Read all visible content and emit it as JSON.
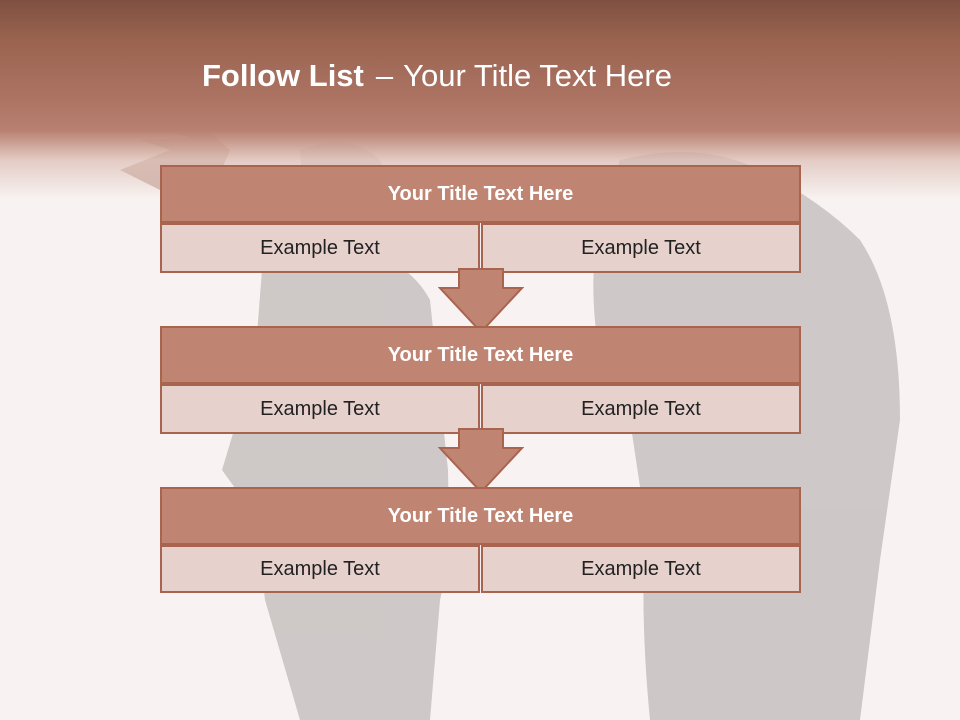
{
  "title": {
    "bold": "Follow List",
    "separator": "–",
    "rest": "Your Title Text Here"
  },
  "blocks": [
    {
      "header": "Your Title Text Here",
      "left": "Example Text",
      "right": "Example Text"
    },
    {
      "header": "Your Title Text Here",
      "left": "Example Text",
      "right": "Example Text"
    },
    {
      "header": "Your Title Text Here",
      "left": "Example Text",
      "right": "Example Text"
    }
  ],
  "colors": {
    "title_band": "#9a6350",
    "block_header": "#c08572",
    "block_border": "#a8644f",
    "cell_fill": "#e6d1cd",
    "arrow": "#c08572"
  }
}
